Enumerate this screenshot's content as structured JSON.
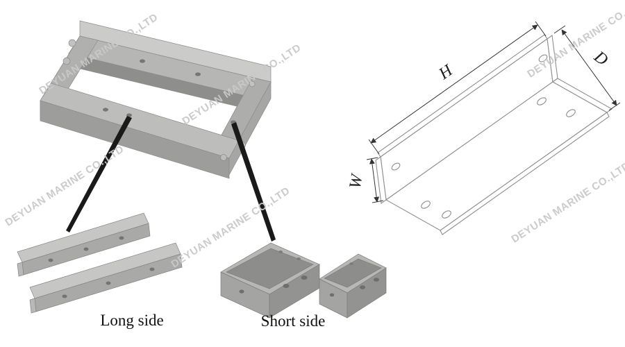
{
  "watermark": {
    "text": "DEYUAN MARINE CO.,LTD"
  },
  "callouts": {
    "long_side": "Long side",
    "short_side": "Short side"
  },
  "drawing": {
    "dim_h": "H",
    "dim_d": "D",
    "dim_w": "W"
  },
  "colors": {
    "background": "#ffffff",
    "watermark": "#c9c9c9",
    "metal_light": "#c6c6c4",
    "metal_mid": "#b2b2b0",
    "metal_dark": "#9a9a98",
    "outline": "#8b8b89",
    "drawing_line": "#333333",
    "pointer_line": "#1a1a1a",
    "label_text": "#111111"
  }
}
